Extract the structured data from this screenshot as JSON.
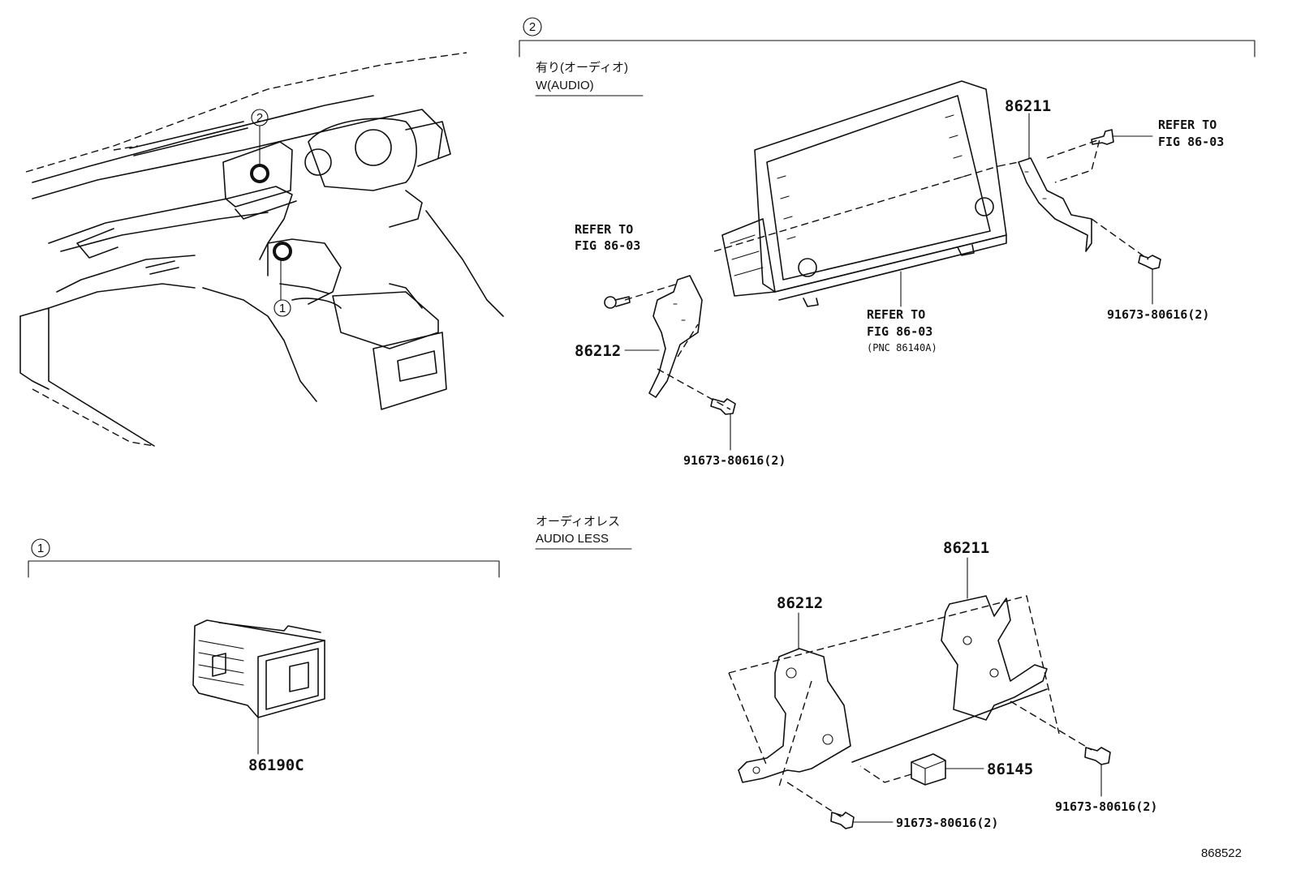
{
  "callouts": {
    "one": "1",
    "two": "2"
  },
  "section_top": {
    "variant_jp": "有り(オーディオ)",
    "variant_en": "W(AUDIO)",
    "refer_top_right": [
      "REFER TO",
      "FIG 86-03"
    ],
    "refer_left": [
      "REFER TO",
      "FIG 86-03"
    ],
    "refer_center": [
      "REFER TO",
      "FIG 86-03"
    ],
    "pnc_note": "(PNC 86140A)",
    "part_86211": "86211",
    "part_86212": "86212",
    "screw_right": "91673-80616(2)",
    "screw_left": "91673-80616(2)"
  },
  "section_bottom": {
    "variant_jp": "オーディオレス",
    "variant_en": "AUDIO LESS",
    "part_86211": "86211",
    "part_86212": "86212",
    "part_86145": "86145",
    "screw_right": "91673-80616(2)",
    "screw_bottom": "91673-80616(2)"
  },
  "section_one": {
    "part_86190C": "86190C"
  },
  "diagram_code": "868522"
}
